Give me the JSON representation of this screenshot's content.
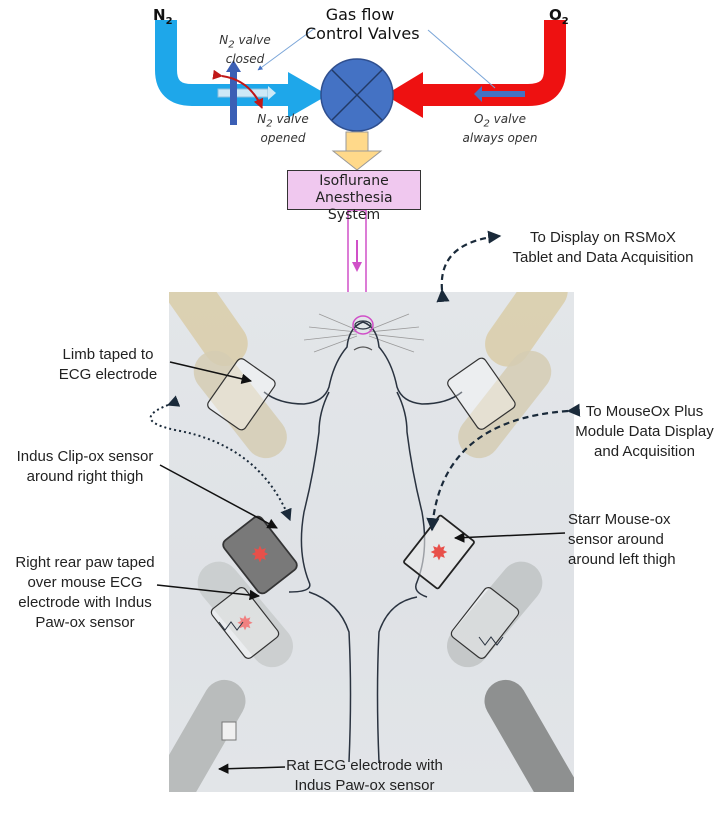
{
  "diagram": {
    "gases": {
      "n2_label": "N",
      "n2_sub": "2",
      "o2_label": "O",
      "o2_sub": "2"
    },
    "valves_title": [
      "Gas flow",
      "Control Valves"
    ],
    "n2_closed": {
      "prefix": "N",
      "sub": "2",
      "text": " valve",
      "line2": "closed"
    },
    "n2_opened": {
      "prefix": "N",
      "sub": "2",
      "text": " valve",
      "line2": "opened"
    },
    "o2_open": {
      "prefix": "O",
      "sub": "2",
      "text": " valve",
      "line2": "always open"
    },
    "anesthesia_box": [
      "Isoflurane",
      "Anesthesia System"
    ],
    "callouts": {
      "rsmox": [
        "To Display on RSMoX",
        "Tablet and Data Acquisition"
      ],
      "limb": [
        "Limb taped to",
        "ECG electrode"
      ],
      "mouseox_plus": [
        "To MouseOx Plus",
        "Module Data Display",
        "and Acquisition"
      ],
      "clip_ox": [
        "Indus Clip-ox sensor",
        "around right thigh"
      ],
      "starr": [
        "Starr Mouse-ox",
        "sensor around",
        "around left thigh"
      ],
      "rear_paw": [
        "Right rear paw taped",
        "over mouse ECG",
        "electrode with Indus",
        "Paw-ox sensor"
      ],
      "rat_ecg": [
        "Rat ECG electrode with",
        "Indus Paw-ox sensor"
      ]
    },
    "colors": {
      "n2_pipe": "#1ea7ea",
      "o2_pipe": "#ee1111",
      "valve": "#4472c4",
      "down_arrow": "#ffd98a",
      "anesthesia_box": "#f0c8ef",
      "tube": "#d050c8",
      "sensor_red": "#e8504a"
    }
  }
}
